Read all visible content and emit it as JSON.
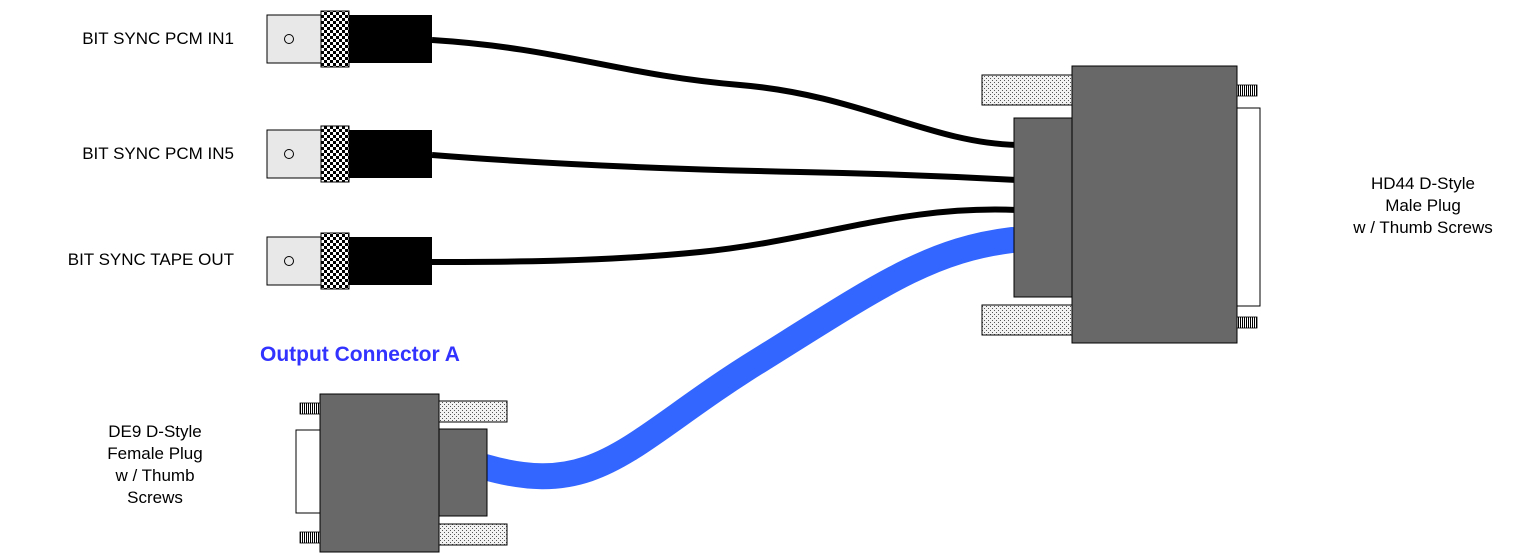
{
  "labels": {
    "bnc1": "BIT SYNC PCM IN1",
    "bnc2": "BIT SYNC PCM IN5",
    "bnc3": "BIT SYNC  TAPE OUT",
    "output_heading": "Output Connector A",
    "hd44": [
      "HD44 D-Style",
      "Male Plug",
      "w / Thumb Screws"
    ],
    "de9": [
      "DE9 D-Style",
      "Female Plug",
      "w / Thumb",
      "Screws"
    ]
  },
  "colors": {
    "connector_body": "#686868",
    "bnc_shell": "#e8e8e8",
    "cable_black": "#000000",
    "cable_blue": "#3366ff",
    "heading_blue": "#3333ff"
  }
}
